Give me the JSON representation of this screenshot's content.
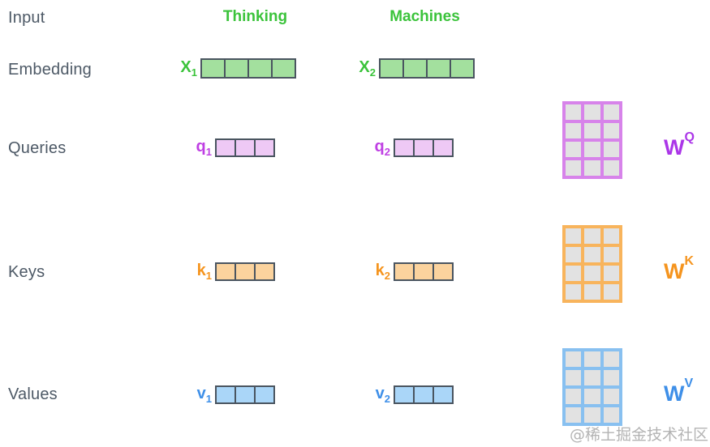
{
  "row_labels": {
    "input": "Input",
    "embedding": "Embedding",
    "queries": "Queries",
    "keys": "Keys",
    "values": "Values"
  },
  "columns": {
    "col1": "Thinking",
    "col2": "Machines"
  },
  "vectors": {
    "x1": {
      "base": "X",
      "sub": "1",
      "cells": 4
    },
    "x2": {
      "base": "X",
      "sub": "2",
      "cells": 4
    },
    "q1": {
      "base": "q",
      "sub": "1",
      "cells": 3
    },
    "q2": {
      "base": "q",
      "sub": "2",
      "cells": 3
    },
    "k1": {
      "base": "k",
      "sub": "1",
      "cells": 3
    },
    "k2": {
      "base": "k",
      "sub": "2",
      "cells": 3
    },
    "v1": {
      "base": "v",
      "sub": "1",
      "cells": 3
    },
    "v2": {
      "base": "v",
      "sub": "2",
      "cells": 3
    }
  },
  "matrices": {
    "wq": {
      "base": "W",
      "sup": "Q",
      "rows": 4,
      "cols": 3
    },
    "wk": {
      "base": "W",
      "sup": "K",
      "rows": 4,
      "cols": 3
    },
    "wv": {
      "base": "W",
      "sup": "V",
      "rows": 4,
      "cols": 3
    }
  },
  "watermark": "@稀土掘金技术社区",
  "colors": {
    "green_text": "#3bc33b",
    "green_cell": "#a3e09e",
    "purple_text": "#bf3fe3",
    "purple_w_text": "#ab36e8",
    "purple_cell": "#eec9f5",
    "purple_matrix_border": "#d783ea",
    "orange_text": "#f5941e",
    "orange_cell": "#fbd39e",
    "orange_matrix_border": "#f8b45c",
    "blue_text": "#3e8fe8",
    "blue_cell": "#aad6f8",
    "blue_matrix_border": "#88c0f0",
    "matrix_cell_gray": "#e2e2e2",
    "vector_border": "#4a5560",
    "row_label_text": "#4d5966",
    "watermark_gray": "#b3b3b3"
  }
}
